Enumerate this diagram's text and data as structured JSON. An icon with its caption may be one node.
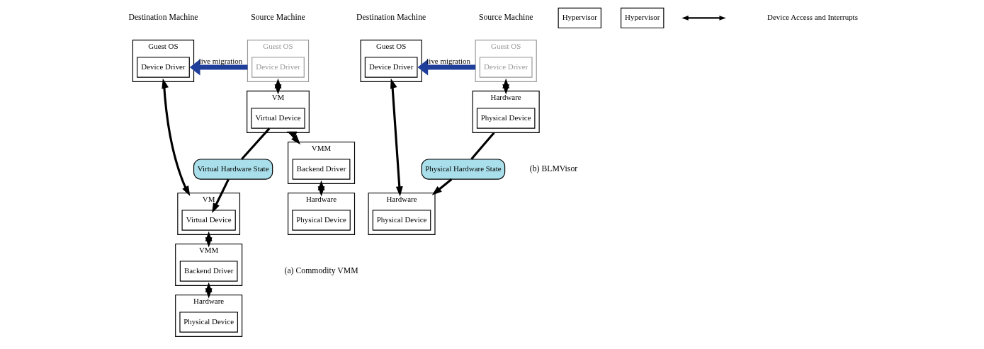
{
  "diagram": {
    "nodes": [
      {
        "text": [
          "Guest OS"
        ]
      },
      {
        "text": [
          "Device Driver"
        ],
        "in": 0
      },
      {
        "text": [
          "Guest OS"
        ]
      },
      {
        "text": [
          "Device Driver"
        ],
        "in": 2
      },
      {
        "text": [
          "VM"
        ]
      },
      {
        "text": [
          "Virtual Device"
        ],
        "in": 4
      },
      {
        "text": [
          "VMM"
        ]
      },
      {
        "text": [
          "Backend Driver"
        ],
        "in": 6
      },
      {
        "text": [
          "Virtual Hardware State"
        ]
      },
      {
        "text": [
          "VM"
        ]
      },
      {
        "text": [
          "Virtual Device"
        ],
        "in": 9
      },
      {
        "text": [
          "VMM"
        ]
      },
      {
        "text": [
          "Backend Driver"
        ],
        "in": 11
      },
      {
        "text": [
          "Hardware"
        ]
      },
      {
        "text": [
          "Physical Device"
        ],
        "in": 13
      },
      {
        "text": [
          "Hardware"
        ]
      },
      {
        "text": [
          "Physical Device"
        ],
        "in": 15
      },
      {
        "text": [
          "Guest OS"
        ]
      },
      {
        "text": [
          "Device Driver"
        ],
        "in": 17
      },
      {
        "text": [
          "Guest OS"
        ]
      },
      {
        "text": [
          "Device Driver"
        ],
        "in": 19
      },
      {
        "text": [
          "Hypervisor"
        ]
      },
      {
        "text": [
          "Physical Hardware State"
        ]
      },
      {
        "text": [
          "Hypervisor"
        ]
      },
      {
        "text": [
          "Hardware"
        ]
      },
      {
        "text": [
          "Physical Device"
        ],
        "in": 24
      },
      {
        "text": [
          "Hardware"
        ]
      },
      {
        "text": [
          "Physical Device"
        ],
        "in": 26
      }
    ],
    "edges": [
      {
        "from": 0,
        "to": 2,
        "arrow": "to",
        "label": "live migration",
        "style": "thick",
        "color": "#1f3f9b"
      },
      {
        "from": 0,
        "to": 4,
        "arrow": "both"
      },
      {
        "from": 4,
        "to": 6,
        "arrow": "both"
      },
      {
        "from": 6,
        "to": 13,
        "arrow": "both"
      },
      {
        "from": 5,
        "to": 8,
        "arrow": "none"
      },
      {
        "from": 8,
        "to": 10,
        "arrow": "to"
      },
      {
        "from": 2,
        "to": 9,
        "arrow": "both"
      },
      {
        "from": 9,
        "to": 11,
        "arrow": "both"
      },
      {
        "from": 11,
        "to": 15,
        "arrow": "both"
      },
      {
        "from": 17,
        "to": 19,
        "arrow": "to",
        "label": "live migration",
        "style": "thick",
        "color": "#1f3f9b"
      },
      {
        "from": 17,
        "to": 24,
        "arrow": "both"
      },
      {
        "from": 19,
        "to": 26,
        "arrow": "both"
      },
      {
        "from": 24,
        "to": 22,
        "arrow": "none"
      },
      {
        "from": 22,
        "to": 26,
        "arrow": "to"
      }
    ],
    "labels": [
      "Source Machine",
      "Destination Machine",
      "Source Machine",
      "Destination Machine",
      "(a) Commodity VMM",
      "(b) BLMVisor"
    ],
    "legend": [
      {
        "text": "Device Access and Interrupts"
      }
    ]
  }
}
